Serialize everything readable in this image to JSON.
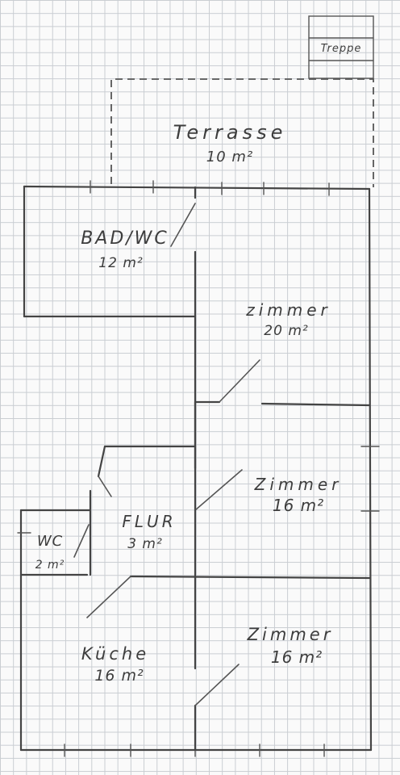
{
  "rooms": {
    "treppe": {
      "name": "Treppe"
    },
    "terrasse": {
      "name": "Terrasse",
      "area": "10 m²"
    },
    "bad_wc": {
      "name": "BAD/WC",
      "area": "12 m²"
    },
    "zimmer_top": {
      "name": "zimmer",
      "area": "20 m²"
    },
    "zimmer_mid": {
      "name": "Zimmer",
      "area": "16 m²"
    },
    "flur": {
      "name": "FLUR",
      "area": "3 m²"
    },
    "wc": {
      "name": "WC",
      "area": "2 m²"
    },
    "kueche": {
      "name": "Küche",
      "area": "16 m²"
    },
    "zimmer_bottom": {
      "name": "Zimmer",
      "area": "16 m²"
    }
  },
  "colors": {
    "paper": "#fafafa",
    "grid": "#c9cdd2",
    "pencil": "#444444"
  }
}
